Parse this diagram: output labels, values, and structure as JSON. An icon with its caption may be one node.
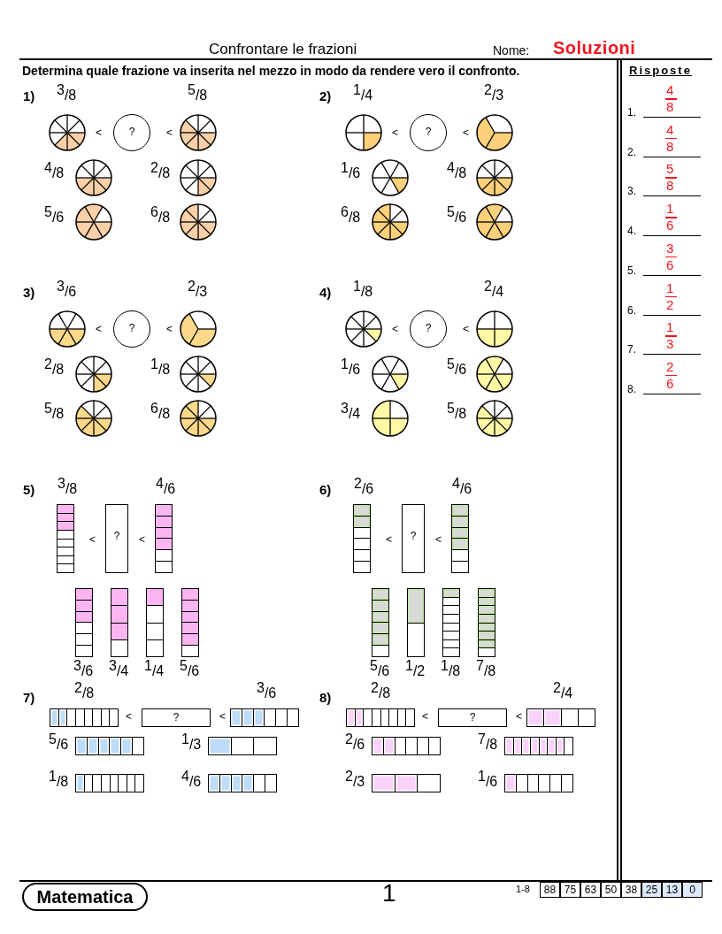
{
  "diagram": {
    "title": "Confrontare le frazioni",
    "labels": [
      "Nome:",
      "Soluzioni",
      "Determina quale frazione va inserita nel mezzo in modo da rendere vero il confronto.",
      "Risposte",
      "1)",
      "$^{3}$/8",
      "$^{5}$/8",
      "<",
      "?",
      "<",
      "$^{4}$/8",
      "$^{2}$/8",
      "$^{5}$/6",
      "$^{6}$/8",
      "2)",
      "$^{1}$/4",
      "$^{2}$/3",
      "<",
      "?",
      "<",
      "$^{1}$/6",
      "$^{4}$/8",
      "$^{6}$/8",
      "$^{5}$/6",
      "3)",
      "$^{3}$/6",
      "$^{2}$/3",
      "<",
      "?",
      "<",
      "$^{2}$/8",
      "$^{1}$/8",
      "$^{5}$/8",
      "$^{6}$/8",
      "4)",
      "$^{1}$/8",
      "$^{2}$/4",
      "<",
      "?",
      "<",
      "$^{1}$/6",
      "$^{5}$/6",
      "$^{3}$/4",
      "$^{5}$/8",
      "5)",
      "$^{3}$/8",
      "$^{4}$/6",
      "<",
      "?",
      "<",
      "$^{3}$/6",
      "$^{3}$/4",
      "$^{1}$/4",
      "$^{5}$/6",
      "6)",
      "$^{2}$/6",
      "$^{4}$/6",
      "<",
      "?",
      "<",
      "$^{5}$/6",
      "$^{1}$/2",
      "$^{1}$/8",
      "$^{7}$/8",
      "7)",
      "$^{2}$/8",
      "$^{3}$/6",
      "<",
      "?",
      "<",
      "$^{5}$/6",
      "$^{1}$/3",
      "$^{1}$/8",
      "$^{4}$/6",
      "8)",
      "$^{2}$/8",
      "$^{2}$/4",
      "<",
      "?",
      "<",
      "$^{2}$/6",
      "$^{7}$/8",
      "$^{2}$/3",
      "$^{1}$/6",
      "1.",
      "4",
      "8",
      "2.",
      "4",
      "8",
      "3.",
      "5",
      "8",
      "4.",
      "1",
      "6",
      "5.",
      "3",
      "6",
      "6.",
      "1",
      "2",
      "7.",
      "1",
      "3",
      "8.",
      "2",
      "6",
      "Matematica",
      "1",
      "1-8",
      "88",
      "75",
      "63",
      "50",
      "38",
      "25",
      "13",
      "0"
    ]
  }
}
